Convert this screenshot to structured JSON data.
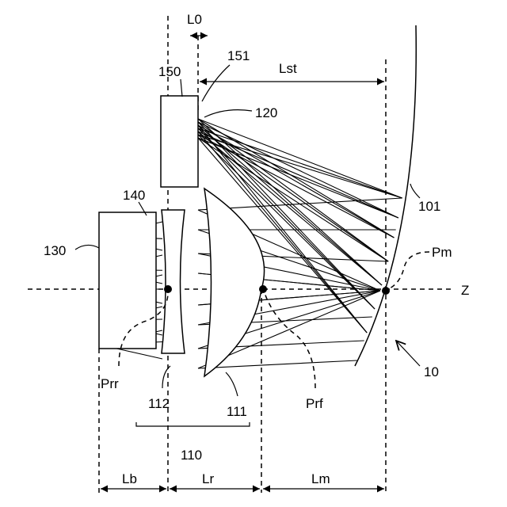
{
  "labels": {
    "L0": "L0",
    "151": "151",
    "150": "150",
    "Lst": "Lst",
    "120": "120",
    "140": "140",
    "101": "101",
    "130": "130",
    "Pm": "Pm",
    "Z": "Z",
    "Prr": "Prr",
    "112": "112",
    "111": "111",
    "Prf": "Prf",
    "10": "10",
    "110": "110",
    "Lb": "Lb",
    "Lr": "Lr",
    "Lm": "Lm"
  }
}
